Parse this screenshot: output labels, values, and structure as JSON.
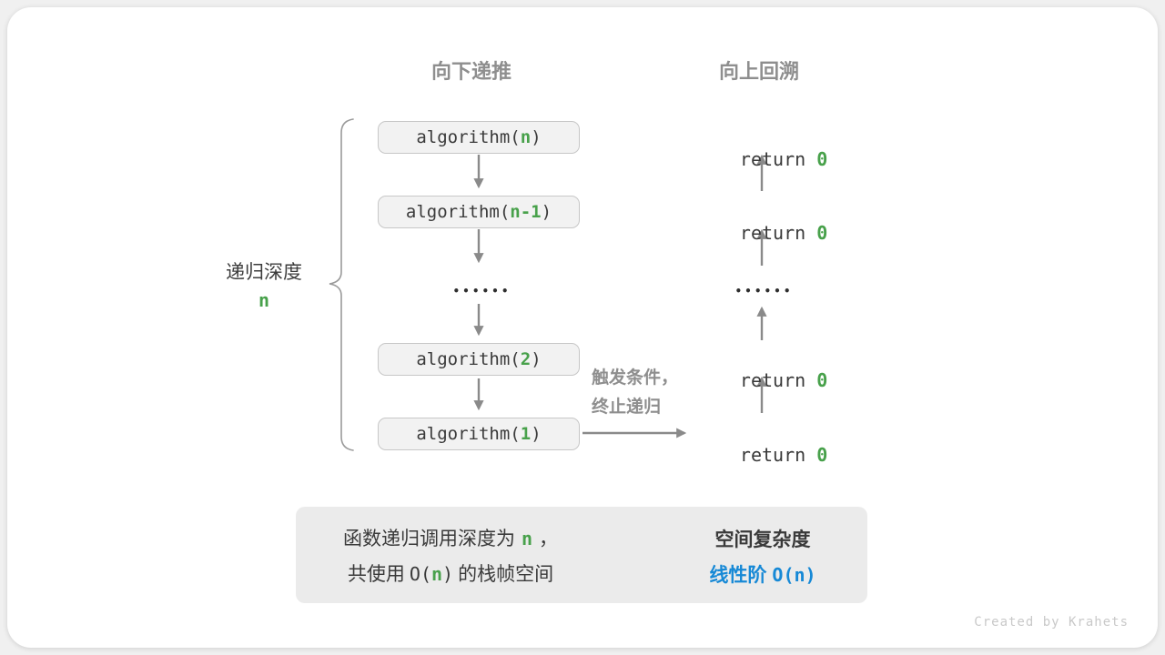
{
  "headers": {
    "downward": "向下递推",
    "upward": "向上回溯"
  },
  "depth": {
    "label": "递归深度",
    "var": "n"
  },
  "code": {
    "prefix": "algorithm(",
    "suffix": ")",
    "frames": [
      "n",
      "n-1",
      "2",
      "1"
    ]
  },
  "returns": [
    {
      "kw": "return ",
      "val": "0"
    },
    {
      "kw": "return ",
      "val": "0"
    },
    {
      "kw": "return ",
      "val": "0"
    },
    {
      "kw": "return ",
      "val": "0"
    }
  ],
  "dots": "••••••",
  "trigger": {
    "line1": "触发条件，",
    "line2": "终止递归"
  },
  "summary": {
    "left": {
      "line1_pre": "函数递归调用深度为",
      "line1_var": "n",
      "line1_post": "，",
      "line2_pre": "共使用",
      "line2_open": "O(",
      "line2_var": "n",
      "line2_close": ")",
      "line2_post": "的栈帧空间"
    },
    "right": {
      "title": "空间复杂度",
      "grade": "线性阶",
      "big_o": "O(n)"
    }
  },
  "watermark": "Created by Krahets",
  "colors": {
    "accent_green": "#48a14b",
    "accent_blue": "#1789d6",
    "text_dark": "#3a3a3a",
    "label_gray": "#8e8e8e",
    "arrow_gray": "#8a8a8a",
    "box_fill": "#f2f2f2",
    "box_border": "#c7c7c7",
    "summary_fill": "#ebebeb"
  }
}
